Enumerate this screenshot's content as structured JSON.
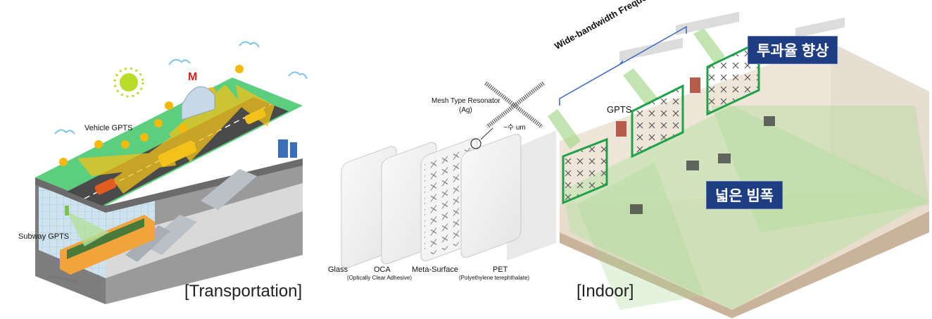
{
  "transport": {
    "vehicle_label": "Vehicle GPTS",
    "subway_label": "Subway GPTS",
    "sign_letter": "M",
    "caption": "[Transportation]"
  },
  "layers": {
    "mesh_title": "Mesh Type Resonator",
    "mesh_sub": "(Ag)",
    "scale": "~수 um",
    "glass": "Glass",
    "oca": "OCA",
    "oca_sub": "(Optically Clear Adhesive)",
    "meta": "Meta-Surface",
    "pet": "PET",
    "pet_sub": "(Polyethylene terephthalate)"
  },
  "indoor": {
    "freq_label": "Wide-bandwidth Frequency",
    "gpts_label": "GPTS",
    "badge_top": "투과율 향상",
    "badge_bottom": "넓은 빔폭",
    "caption": "[Indoor]"
  },
  "colors": {
    "grass": "#5ccf7e",
    "beam": "#f2c21b",
    "window_frame": "#1fa14a",
    "badge": "#1f3d82",
    "green_light": "#b9e3a8"
  }
}
